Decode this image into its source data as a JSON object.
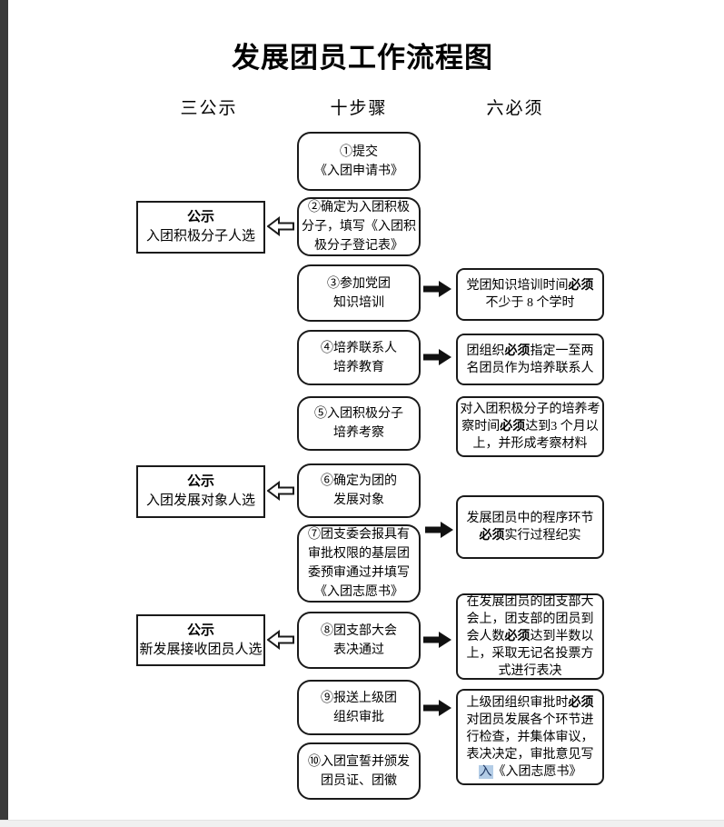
{
  "page": {
    "title": "发展团员工作流程图"
  },
  "columns": [
    {
      "label": "三公示"
    },
    {
      "label": "十步骤"
    },
    {
      "label": "六必须"
    }
  ],
  "steps": [
    {
      "lines": [
        "①提交",
        "《入团申请书》"
      ]
    },
    {
      "lines": [
        "②确定为入团积极",
        "分子，填写《入团积",
        "极分子登记表》"
      ]
    },
    {
      "lines": [
        "③参加党团",
        "知识培训"
      ]
    },
    {
      "lines": [
        "④培养联系人",
        "培养教育"
      ]
    },
    {
      "lines": [
        "⑤入团积极分子",
        "培养考察"
      ]
    },
    {
      "lines": [
        "⑥确定为团的",
        "发展对象"
      ]
    },
    {
      "lines": [
        "⑦团支委会报具有",
        "审批权限的基层团",
        "委预审通过并填写",
        "《入团志愿书》"
      ]
    },
    {
      "lines": [
        "⑧团支部大会",
        "表决通过"
      ]
    },
    {
      "lines": [
        "⑨报送上级团",
        "组织审批"
      ]
    },
    {
      "lines": [
        "⑩入团宣誓并颁发",
        "团员证、团徽"
      ]
    }
  ],
  "publicity": [
    {
      "heading": "公示",
      "subject": "入团积极分子人选"
    },
    {
      "heading": "公示",
      "subject": "入团发展对象人选"
    },
    {
      "heading": "公示",
      "subject": "新发展接收团员人选"
    }
  ],
  "musts": [
    {
      "lines": [
        {
          "segs": [
            {
              "t": "党团知识培训时间"
            },
            {
              "t": "必须",
              "b": true
            }
          ]
        },
        {
          "segs": [
            {
              "t": "不少于 8 个学时"
            }
          ]
        }
      ]
    },
    {
      "lines": [
        {
          "segs": [
            {
              "t": "团组织"
            },
            {
              "t": "必须",
              "b": true
            },
            {
              "t": "指定一至两"
            }
          ]
        },
        {
          "segs": [
            {
              "t": "名团员作为培养联系人"
            }
          ]
        }
      ]
    },
    {
      "lines": [
        {
          "segs": [
            {
              "t": "对入团积极分子的培养考"
            }
          ]
        },
        {
          "segs": [
            {
              "t": "察时间"
            },
            {
              "t": "必须",
              "b": true
            },
            {
              "t": "达到3 个月以"
            }
          ]
        },
        {
          "segs": [
            {
              "t": "上，并形成考察材料"
            }
          ]
        }
      ]
    },
    {
      "lines": [
        {
          "segs": [
            {
              "t": "发展团员中的程序环节"
            }
          ]
        },
        {
          "segs": [
            {
              "t": "必须",
              "b": true
            },
            {
              "t": "实行过程纪实"
            }
          ]
        }
      ]
    },
    {
      "lines": [
        {
          "segs": [
            {
              "t": "在发展团员的团支部大"
            }
          ]
        },
        {
          "segs": [
            {
              "t": "会上，团支部的团员到"
            }
          ]
        },
        {
          "segs": [
            {
              "t": "会人数"
            },
            {
              "t": "必须",
              "b": true
            },
            {
              "t": "达到半数以"
            }
          ]
        },
        {
          "segs": [
            {
              "t": "上，采取无记名投票方"
            }
          ]
        },
        {
          "segs": [
            {
              "t": "式进行表决"
            }
          ]
        }
      ]
    },
    {
      "lines": [
        {
          "segs": [
            {
              "t": "上级团组织审批时"
            },
            {
              "t": "必须",
              "b": true
            }
          ]
        },
        {
          "segs": [
            {
              "t": "对团员发展各个环节进"
            }
          ]
        },
        {
          "segs": [
            {
              "t": "行检查，并集体审议，"
            }
          ]
        },
        {
          "segs": [
            {
              "t": "表决决定，审批意见写"
            }
          ]
        },
        {
          "segs": [
            {
              "t": "入",
              "hl": true
            },
            {
              "t": "《入团志愿书》"
            }
          ]
        }
      ]
    }
  ],
  "colors": {
    "box_border": "#1a1a1a",
    "text": "#000000",
    "highlight_bg": "#b3cce6",
    "highlight_text": "#1f3864",
    "left_edge": "#3a3a3a",
    "bottom_bar": "#f0f0f0"
  }
}
